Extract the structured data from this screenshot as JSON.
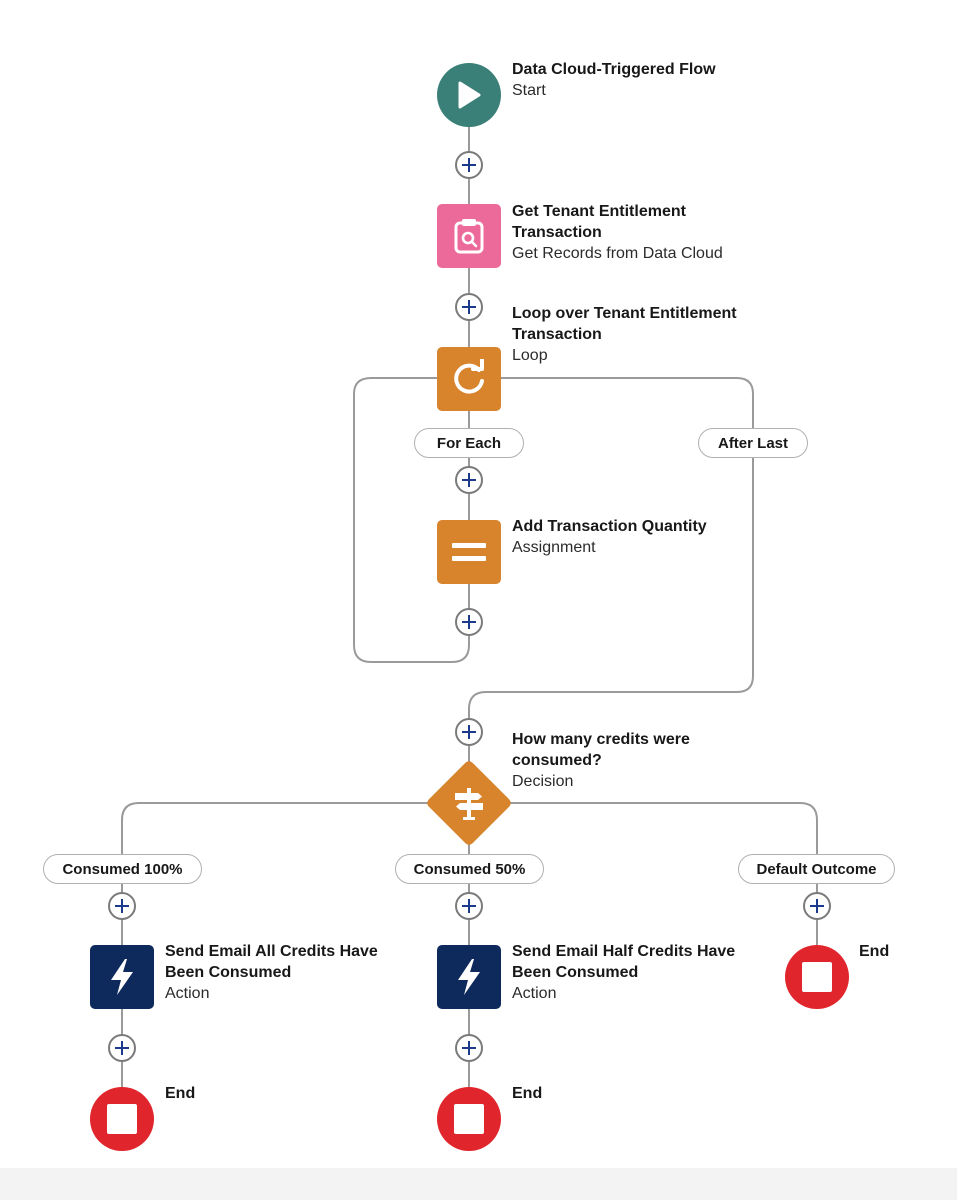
{
  "nodes": {
    "start": {
      "title": "Data Cloud-Triggered Flow",
      "subtitle": "Start",
      "color": "#3a7f78",
      "icon": "play-icon"
    },
    "get_records": {
      "title_line1": "Get Tenant Entitlement",
      "title_line2": "Transaction",
      "subtitle": "Get Records from Data Cloud",
      "color": "#ec6a9a",
      "icon": "clipboard-search-icon"
    },
    "loop": {
      "title_line1": "Loop over Tenant Entitlement",
      "title_line2": "Transaction",
      "subtitle": "Loop",
      "color": "#d8842c",
      "icon": "loop-icon"
    },
    "assignment": {
      "title": "Add Transaction Quantity",
      "subtitle": "Assignment",
      "color": "#d8842c",
      "icon": "equals-icon"
    },
    "decision": {
      "title_line1": "How many credits were",
      "title_line2": "consumed?",
      "subtitle": "Decision",
      "color": "#d8842c",
      "icon": "signpost-icon"
    },
    "action_all": {
      "title_line1": "Send Email All Credits Have",
      "title_line2": "Been Consumed",
      "subtitle": "Action",
      "color": "#0e2a5c",
      "icon": "lightning-icon"
    },
    "action_half": {
      "title_line1": "Send Email Half Credits Have",
      "title_line2": "Been Consumed",
      "subtitle": "Action",
      "color": "#0e2a5c",
      "icon": "lightning-icon"
    },
    "end_default": {
      "title": "End",
      "color": "#e0262c",
      "icon": "stop-icon"
    },
    "end_all": {
      "title": "End",
      "color": "#e0262c",
      "icon": "stop-icon"
    },
    "end_half": {
      "title": "End",
      "color": "#e0262c",
      "icon": "stop-icon"
    }
  },
  "branches": {
    "for_each": "For Each",
    "after_last": "After Last",
    "consumed_100": "Consumed 100%",
    "consumed_50": "Consumed 50%",
    "default_outcome": "Default Outcome"
  },
  "colors": {
    "connector": "#9a9a9a",
    "plus_icon": "#1b3a8c"
  }
}
